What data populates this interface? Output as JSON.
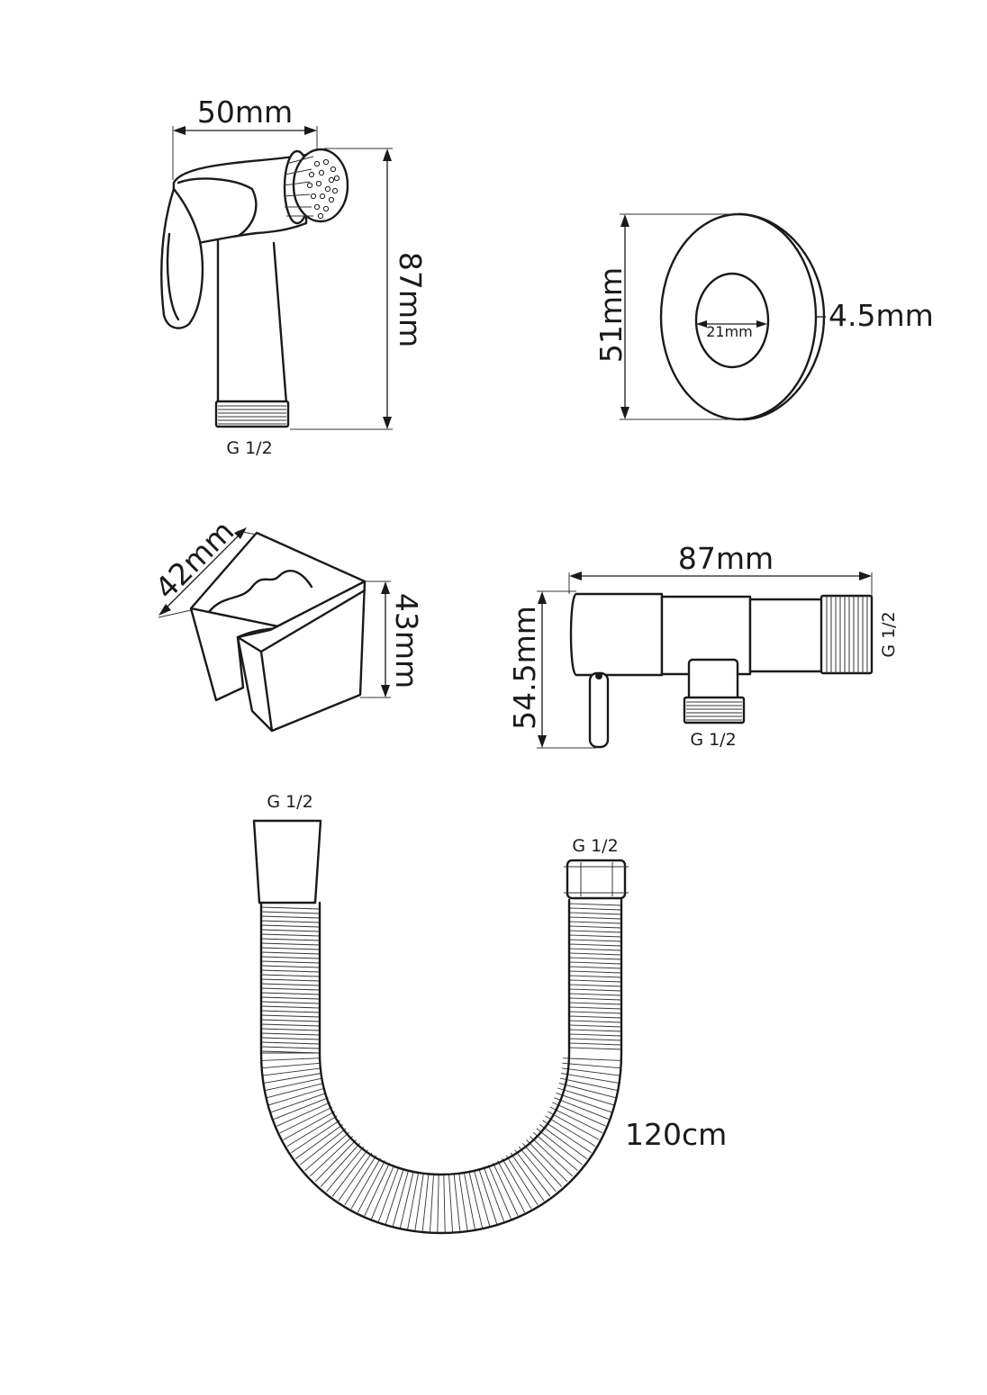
{
  "colors": {
    "line": "#1a1a1a",
    "background": "#ffffff"
  },
  "sprayer": {
    "width": "50mm",
    "height": "87mm",
    "thread": "G 1/2"
  },
  "flange": {
    "diameter": "51mm",
    "thickness": "4.5mm",
    "hole": "21mm"
  },
  "holder": {
    "depth": "42mm",
    "height": "43mm"
  },
  "valve": {
    "length": "87mm",
    "height": "54.5mm",
    "thread_side": "G 1/2",
    "thread_bottom": "G 1/2"
  },
  "hose": {
    "length": "120cm",
    "thread_left": "G 1/2",
    "thread_right": "G 1/2"
  }
}
